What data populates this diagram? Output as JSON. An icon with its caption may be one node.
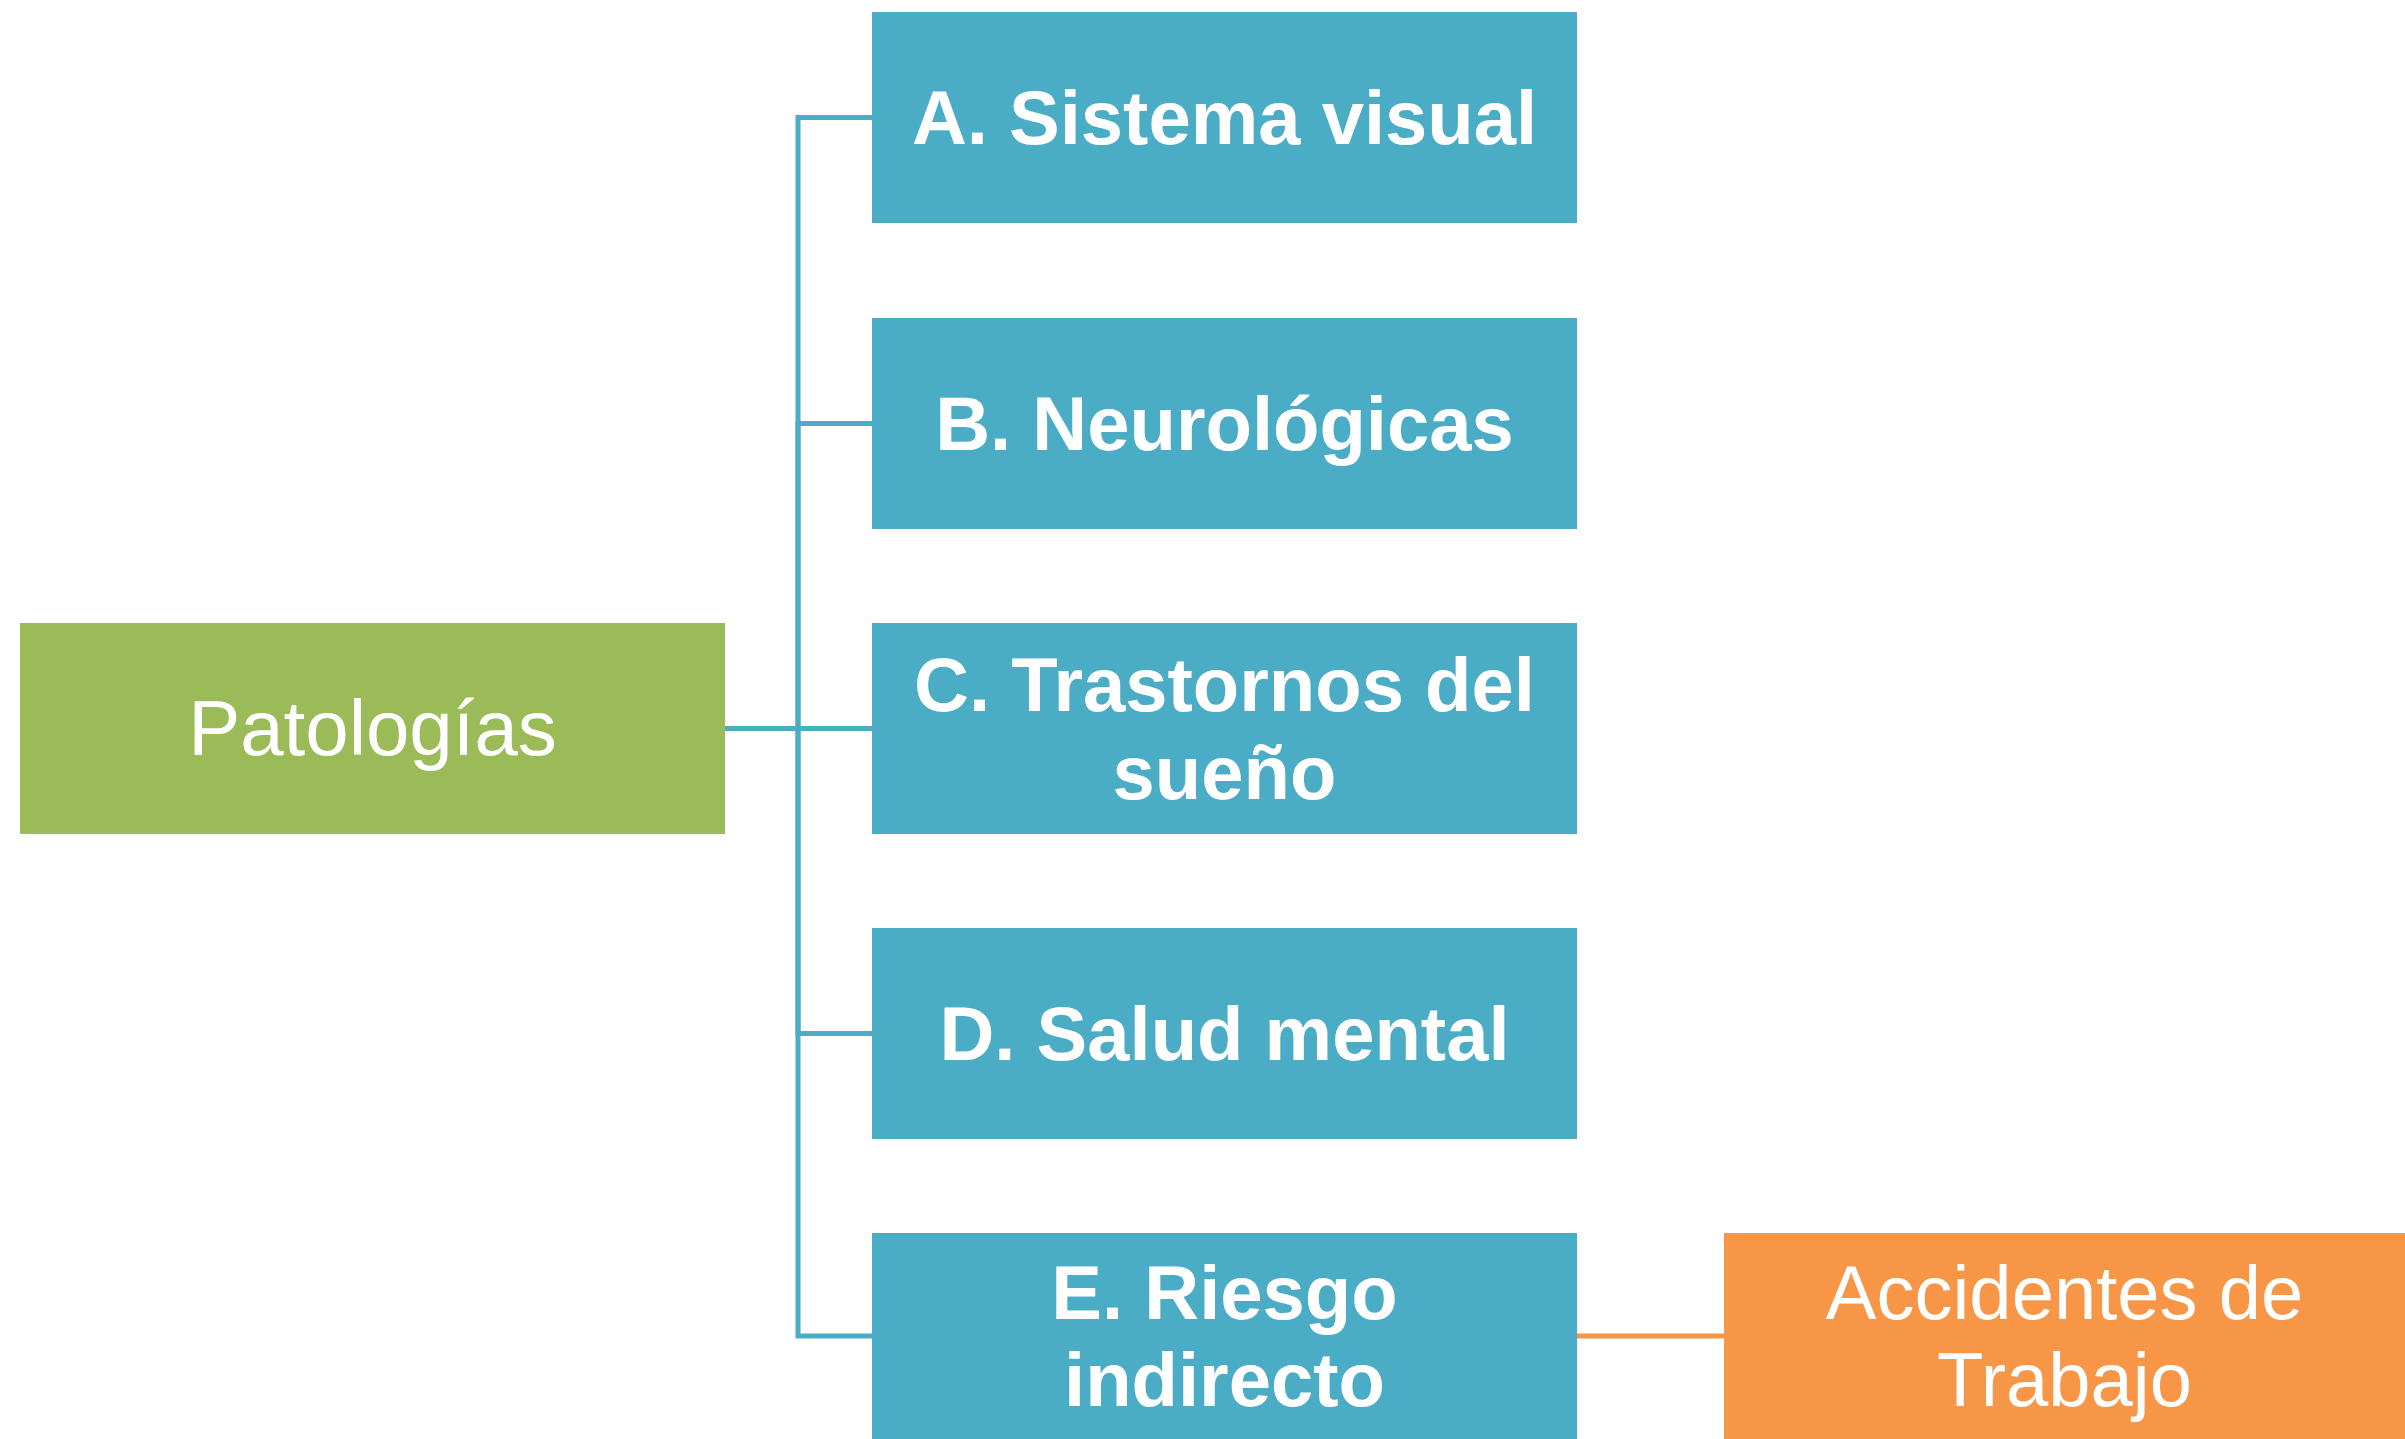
{
  "diagram": {
    "nodes": [
      {
        "text": [
          "Patologías"
        ]
      },
      {
        "text": [
          "A. Sistema visual"
        ]
      },
      {
        "text": [
          "B. Neurológicas"
        ]
      },
      {
        "text": [
          "C. Trastornos del sueño"
        ]
      },
      {
        "text": [
          "D. Salud mental"
        ]
      },
      {
        "text": [
          "E. Riesgo indirecto"
        ]
      },
      {
        "text": [
          "Accidentes de Trabajo"
        ]
      }
    ],
    "edges": [
      {
        "from": 0,
        "to": 1,
        "arrow": "none"
      },
      {
        "from": 0,
        "to": 2,
        "arrow": "none"
      },
      {
        "from": 0,
        "to": 3,
        "arrow": "none"
      },
      {
        "from": 0,
        "to": 4,
        "arrow": "none"
      },
      {
        "from": 0,
        "to": 5,
        "arrow": "none"
      },
      {
        "from": 5,
        "to": 6,
        "arrow": "none",
        "color": "#f79646"
      }
    ]
  }
}
